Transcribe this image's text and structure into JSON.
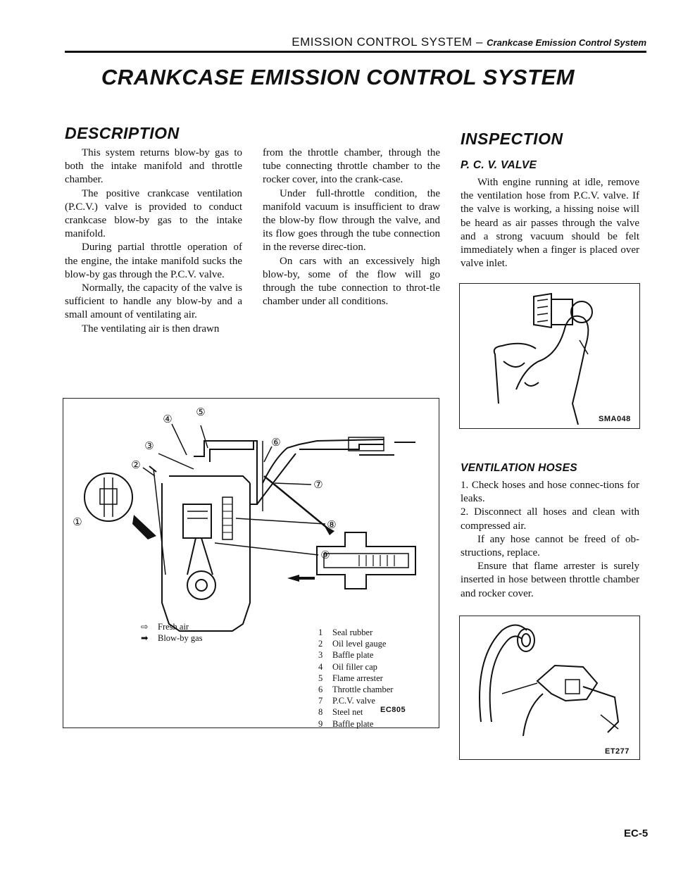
{
  "header": {
    "section": "EMISSION CONTROL SYSTEM",
    "separator": " – ",
    "subsection": "Crankcase Emission Control System"
  },
  "page_title": "CRANKCASE EMISSION CONTROL SYSTEM",
  "description": {
    "heading": "DESCRIPTION",
    "col1": [
      "This system returns blow-by gas to both the intake manifold and throttle chamber.",
      "The positive crankcase ventilation (P.C.V.) valve is provided to conduct crankcase blow-by gas to the intake manifold.",
      "During partial throttle operation of the engine, the intake manifold sucks the blow-by gas through the P.C.V. valve.",
      "Normally, the capacity of the valve is sufficient to handle any blow-by and a small amount of ventilating air.",
      "The ventilating air is then drawn"
    ],
    "col2": [
      "from the throttle chamber, through the tube connecting throttle chamber to the rocker cover, into the crank-case.",
      "Under full-throttle condition, the manifold vacuum is insufficient to draw the blow-by flow through the valve, and its flow goes through the tube connection in the reverse direc-tion.",
      "On cars with an excessively high blow-by, some of the flow will go through the tube connection to throt-tle chamber under all conditions."
    ]
  },
  "main_figure": {
    "code": "EC805",
    "callouts": [
      "①",
      "②",
      "③",
      "④",
      "⑤",
      "⑥",
      "⑦",
      "⑧",
      "⑨"
    ],
    "fresh_air_label": "Fresh air",
    "blowby_label": "Blow-by gas",
    "parts": [
      {
        "num": "1",
        "name": "Seal rubber"
      },
      {
        "num": "2",
        "name": "Oil level gauge"
      },
      {
        "num": "3",
        "name": "Baffle plate"
      },
      {
        "num": "4",
        "name": "Oil filler cap"
      },
      {
        "num": "5",
        "name": "Flame arrester"
      },
      {
        "num": "6",
        "name": "Throttle chamber"
      },
      {
        "num": "7",
        "name": "P.C.V. valve"
      },
      {
        "num": "8",
        "name": "Steel net"
      },
      {
        "num": "9",
        "name": "Baffle plate"
      }
    ]
  },
  "inspection": {
    "heading": "INSPECTION",
    "pcv_heading": "P. C. V. VALVE",
    "pcv_text": "With engine running at idle, remove the ventilation hose from P.C.V. valve. If the valve is working, a hissing noise will be heard as air passes through the valve and a strong vacuum should be felt immediately when a finger is placed over valve inlet.",
    "fig1_code": "SMA048",
    "hoses_heading": "VENTILATION HOSES",
    "hoses_items": [
      "1.  Check hoses and hose connec-tions for leaks.",
      "2.  Disconnect all hoses and clean with compressed air."
    ],
    "hoses_notes": [
      "If any hose cannot be freed of ob-structions, replace.",
      "Ensure that flame arrester is surely inserted in hose between throttle chamber and rocker cover."
    ],
    "fig2_code": "ET277"
  },
  "page_number": "EC-5"
}
